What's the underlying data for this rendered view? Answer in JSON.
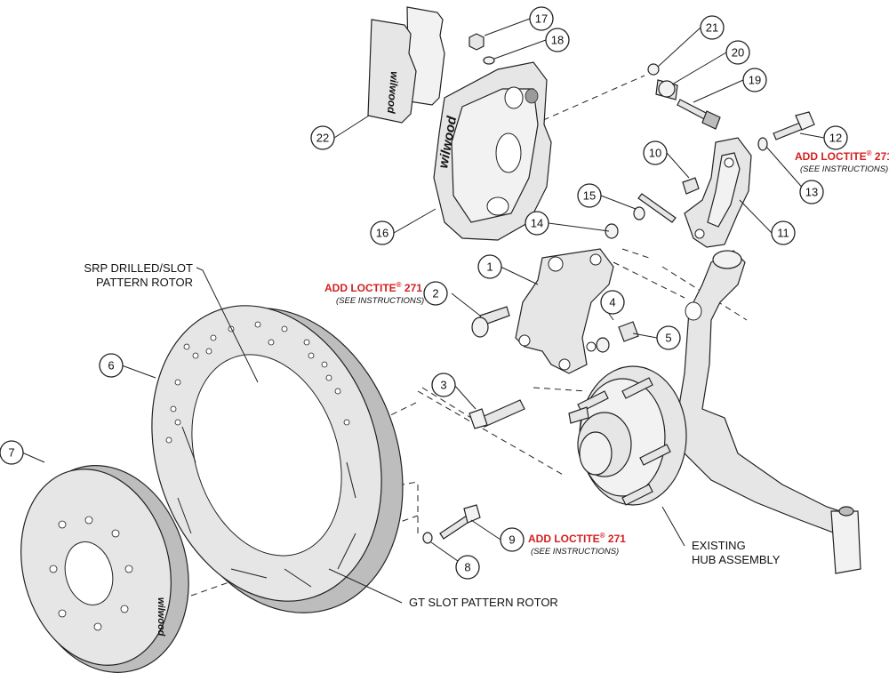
{
  "callouts": {
    "n1": "1",
    "n2": "2",
    "n3": "3",
    "n4": "4",
    "n5": "5",
    "n6": "6",
    "n7": "7",
    "n8": "8",
    "n9": "9",
    "n10": "10",
    "n11": "11",
    "n12": "12",
    "n13": "13",
    "n14": "14",
    "n15": "15",
    "n16": "16",
    "n17": "17",
    "n18": "18",
    "n19": "19",
    "n20": "20",
    "n21": "21",
    "n22": "22"
  },
  "labels": {
    "srp_line1": "SRP DRILLED/SLOT",
    "srp_line2": "PATTERN ROTOR",
    "gt_rotor": "GT SLOT PATTERN ROTOR",
    "hub_line1": "EXISTING",
    "hub_line2": "HUB ASSEMBLY"
  },
  "loctite": {
    "text": "ADD LOCTITE",
    "reg": "®",
    "num": " 271",
    "note": "(SEE INSTRUCTIONS)"
  },
  "logos": {
    "caliper": "wilwood",
    "pad": "wilwood",
    "hat": "wilwood"
  },
  "colors": {
    "warning_red": "#d42020",
    "line": "#222222",
    "fill": "#e6e6e6"
  }
}
